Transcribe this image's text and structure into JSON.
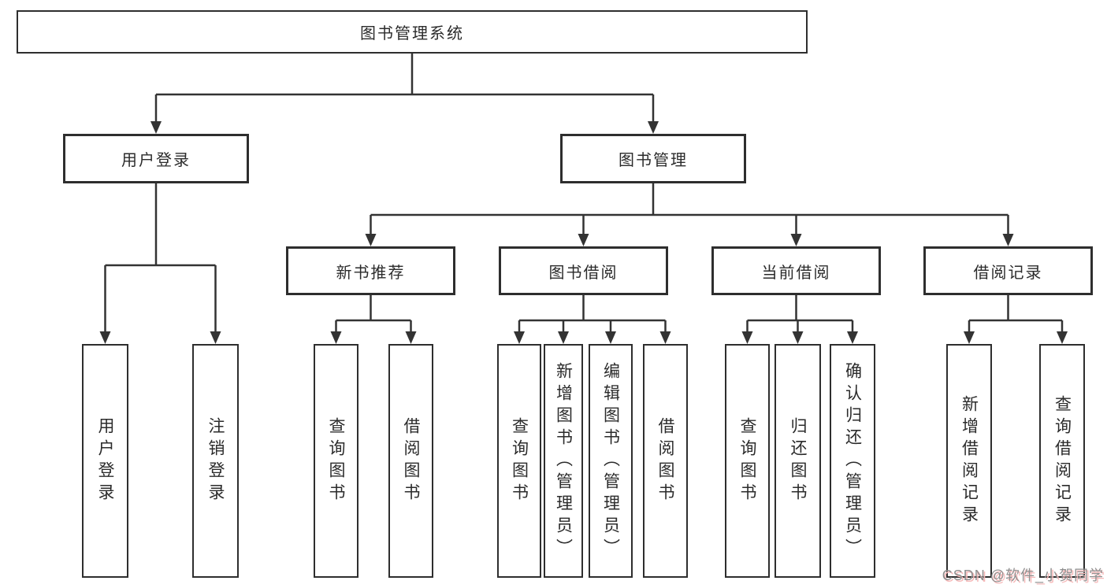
{
  "diagram_title": "图书管理系统",
  "root": {
    "label": "图书管理系统"
  },
  "level2": [
    {
      "label": "用户登录"
    },
    {
      "label": "图书管理"
    }
  ],
  "level3": [
    {
      "label": "新书推荐"
    },
    {
      "label": "图书借阅"
    },
    {
      "label": "当前借阅"
    },
    {
      "label": "借阅记录"
    }
  ],
  "leaves": [
    {
      "label": "用户登录",
      "parent": "用户登录"
    },
    {
      "label": "注销登录",
      "parent": "用户登录"
    },
    {
      "label": "查询图书",
      "parent": "新书推荐"
    },
    {
      "label": "借阅图书",
      "parent": "新书推荐"
    },
    {
      "label": "查询图书",
      "parent": "图书借阅"
    },
    {
      "label": "新增图书（管理员）",
      "parent": "图书借阅"
    },
    {
      "label": "编辑图书（管理员）",
      "parent": "图书借阅"
    },
    {
      "label": "借阅图书",
      "parent": "图书借阅"
    },
    {
      "label": "查询图书",
      "parent": "当前借阅"
    },
    {
      "label": "归还图书",
      "parent": "当前借阅"
    },
    {
      "label": "确认归还（管理员）",
      "parent": "当前借阅"
    },
    {
      "label": "新增借阅记录",
      "parent": "借阅记录"
    },
    {
      "label": "查询借阅记录",
      "parent": "借阅记录"
    }
  ],
  "watermark": {
    "text": "CSDN @软件_小贺同学"
  },
  "colors": {
    "line": "#333333",
    "box_border": "#2e2e2e",
    "box_background": "#ffffff",
    "text": "#2b2b2b",
    "watermark_gray": "#8f8f8f",
    "watermark_pink": "#f6b8b8"
  }
}
